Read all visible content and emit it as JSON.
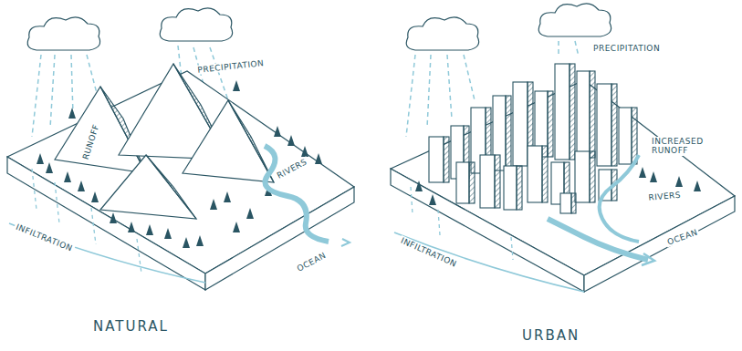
{
  "diagram": {
    "labels": [
      "PRECIPITATION",
      "RUNOFF",
      "RIVERS",
      "INFILTRATION",
      "OCEAN",
      "NATURAL",
      "PRECIPITATION",
      "INCREASED RUNOFF",
      "RIVERS",
      "INFILTRATION",
      "OCEAN",
      "URBAN"
    ]
  }
}
